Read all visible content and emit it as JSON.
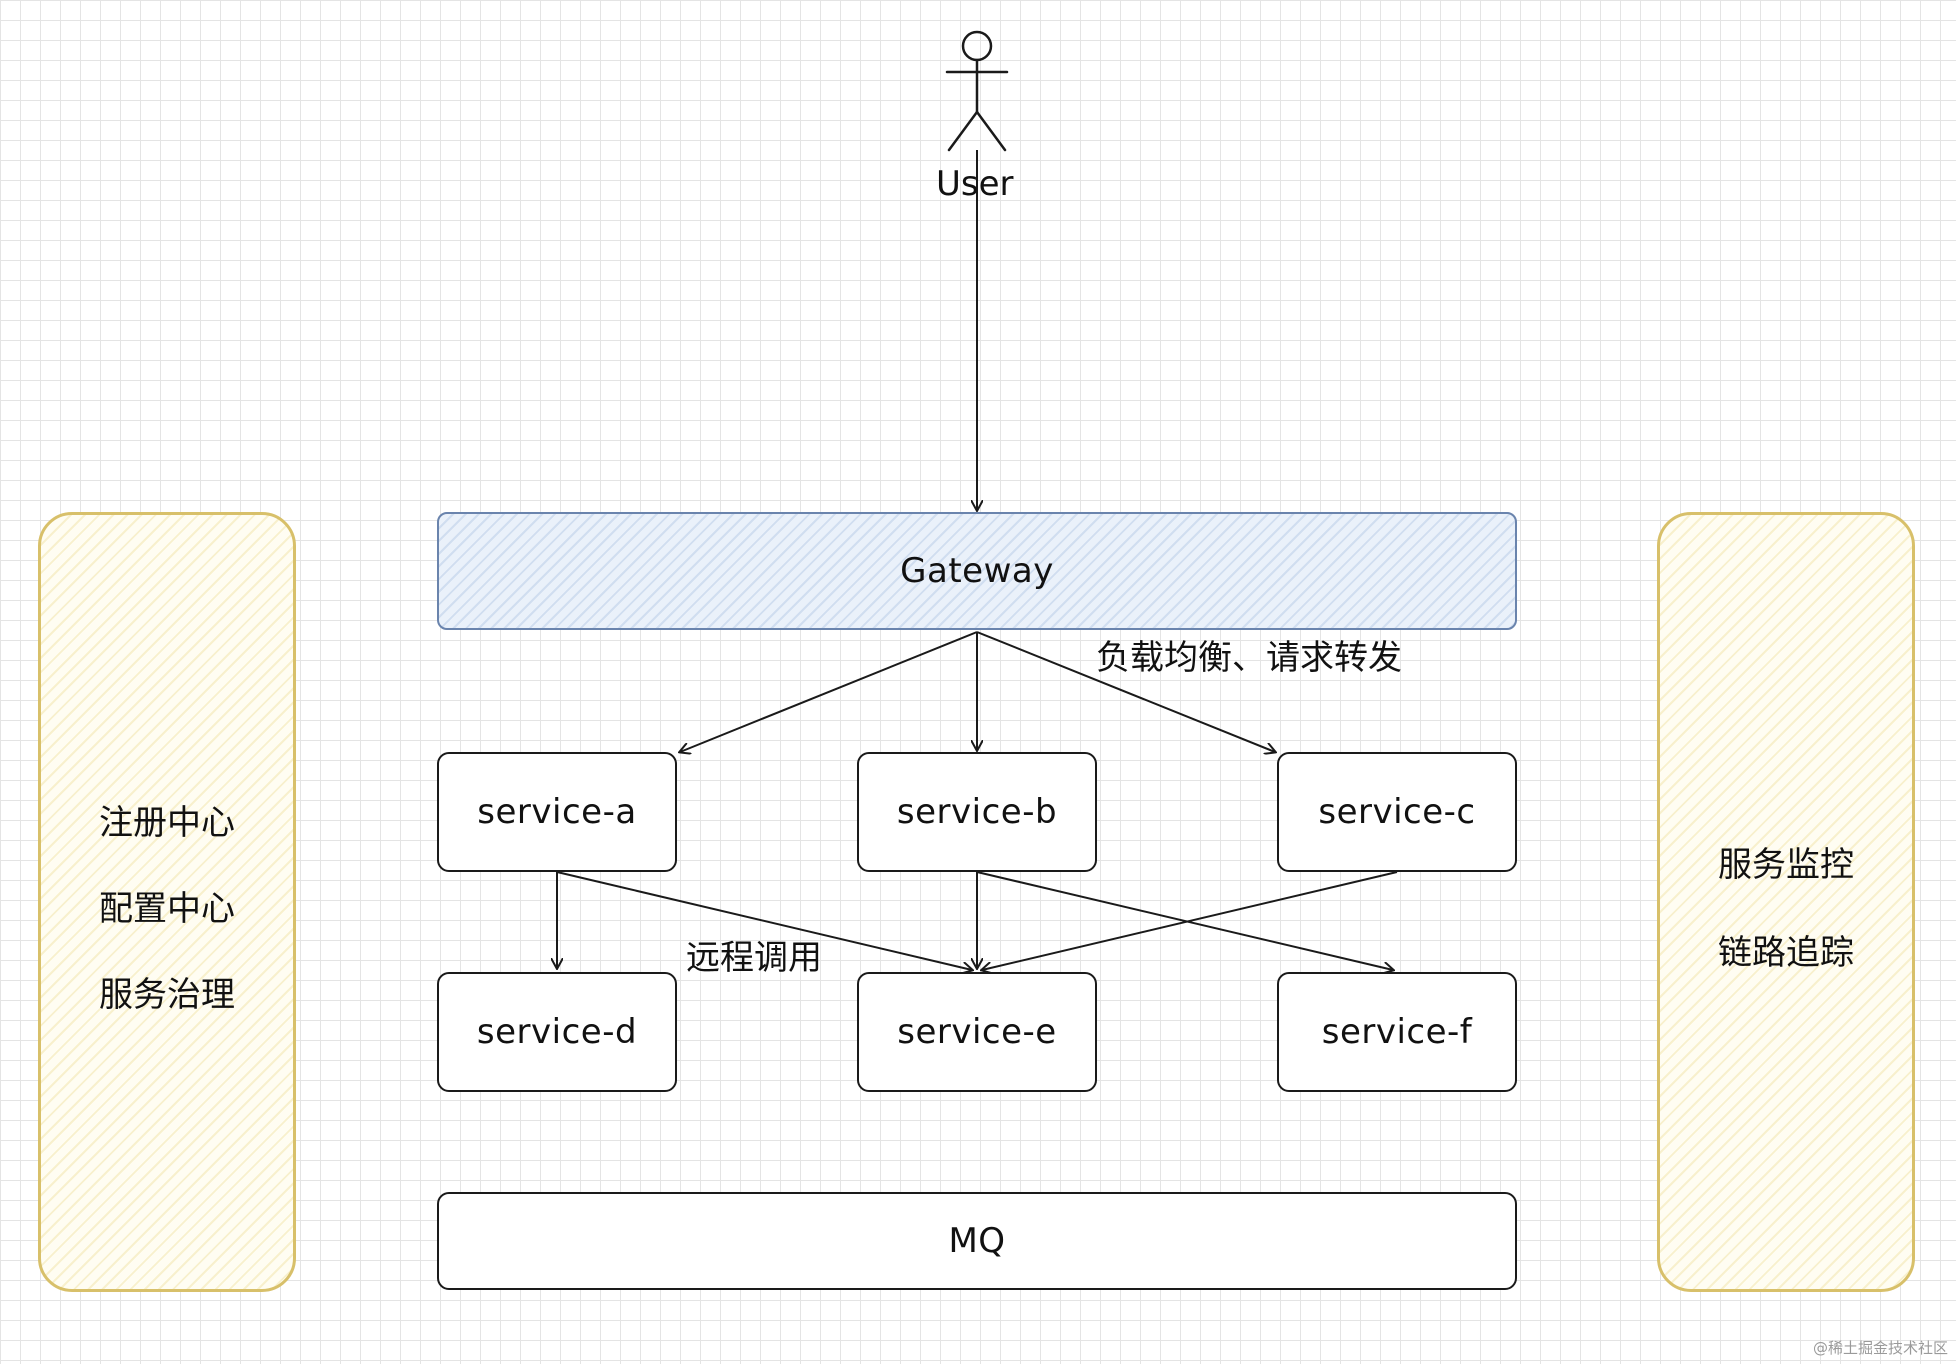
{
  "user": {
    "label": "User"
  },
  "gateway": {
    "label": "Gateway"
  },
  "labels": {
    "load_balance": "负载均衡、请求转发",
    "rpc": "远程调用"
  },
  "services": {
    "a": "service-a",
    "b": "service-b",
    "c": "service-c",
    "d": "service-d",
    "e": "service-e",
    "f": "service-f"
  },
  "mq": {
    "label": "MQ"
  },
  "left_panel": {
    "items": [
      "注册中心",
      "配置中心",
      "服务治理"
    ]
  },
  "right_panel": {
    "items": [
      "服务监控",
      "链路追踪"
    ]
  },
  "watermark": "@稀土掘金技术社区",
  "colors": {
    "gateway_border": "#6a84ad",
    "gateway_fill": "#eaf1fa",
    "panel_border": "#d8c06a",
    "panel_fill": "#fffdf2",
    "stroke": "#1a1a1a"
  }
}
